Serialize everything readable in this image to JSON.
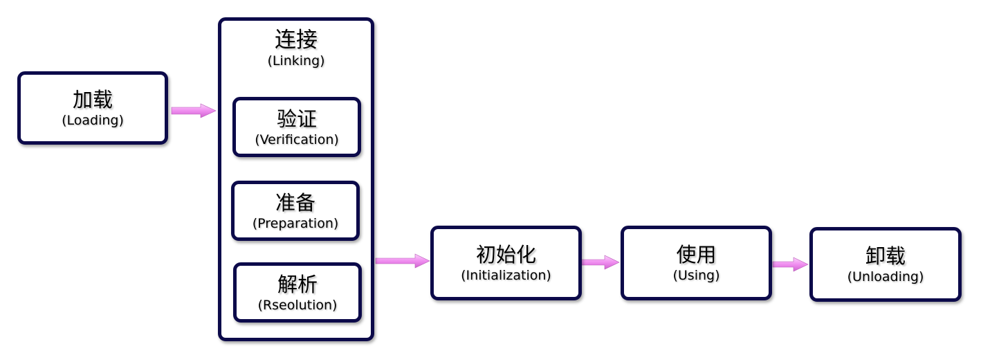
{
  "nodes": {
    "loading": {
      "zh": "加载",
      "en": "(Loading)"
    },
    "linking": {
      "zh": "连接",
      "en": "(Linking)"
    },
    "verification": {
      "zh": "验证",
      "en": "(Verification)"
    },
    "preparation": {
      "zh": "准备",
      "en": "(Preparation)"
    },
    "resolution": {
      "zh": "解析",
      "en": "(Rseolution)"
    },
    "initialization": {
      "zh": "初始化",
      "en": "(Initialization)"
    },
    "using": {
      "zh": "使用",
      "en": "(Using)"
    },
    "unloading": {
      "zh": "卸载",
      "en": "(Unloading)"
    }
  },
  "edges": [
    {
      "from": "loading",
      "to": "linking"
    },
    {
      "from": "linking",
      "to": "initialization"
    },
    {
      "from": "initialization",
      "to": "using"
    },
    {
      "from": "using",
      "to": "unloading"
    }
  ],
  "colors": {
    "border": "#0c0a4a",
    "arrow": "#f08ef0"
  }
}
